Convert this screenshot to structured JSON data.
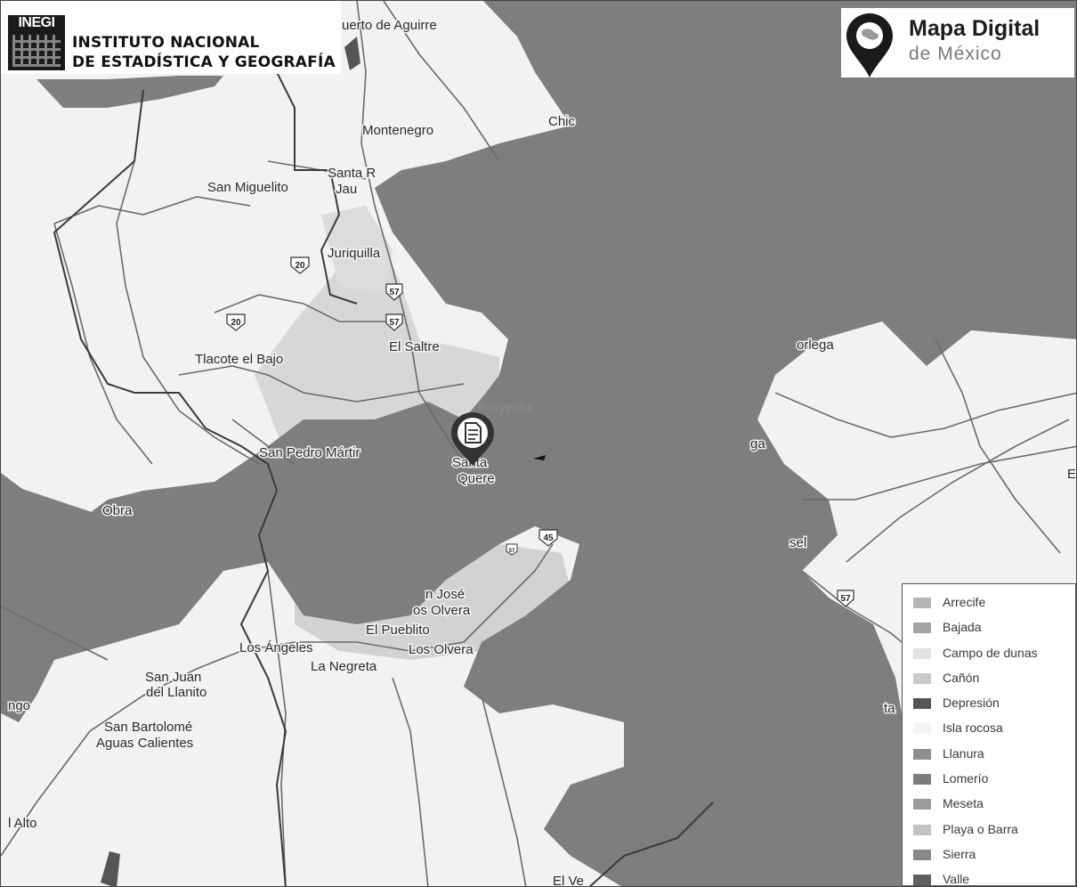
{
  "header": {
    "logo_mark": "INEGI",
    "name_line1": "INSTITUTO NACIONAL",
    "name_line2": "DE ESTADÍSTICA Y GEOGRAFÍA"
  },
  "badge": {
    "title": "Mapa Digital",
    "subtitle": "de México",
    "icon": "location-pin-icon"
  },
  "map": {
    "places": [
      "uerto de Aguirre",
      "Chic",
      "Montenegro",
      "Santa R",
      "Jau",
      "San Miguelito",
      "Juriquilla",
      "El Saltre",
      "Tlacote el Bajo",
      "orlega",
      "San Pedro Mártir",
      "Santa",
      "Quere",
      "ga",
      "E",
      "Obra",
      "sel",
      "n José",
      "os Olvera",
      "El Pueblito",
      "Los Olvera",
      "Los Ángeles",
      "La Negreta",
      "San Juan",
      "del Llanito",
      "ngo",
      "San Bartolomé",
      "Aguas Calientes",
      "ta",
      "l Alto",
      "El Ve"
    ],
    "project_label": "Proyecto",
    "project_icon": "document-pin-icon",
    "shields": [
      "57",
      "57",
      "57",
      "20",
      "20",
      "45",
      "57"
    ]
  },
  "legend": {
    "items": [
      {
        "label": "Arrecife",
        "color": "#b5b5b5"
      },
      {
        "label": "Bajada",
        "color": "#a3a3a3"
      },
      {
        "label": "Campo de dunas",
        "color": "#e2e2e2"
      },
      {
        "label": "Cañón",
        "color": "#c9c9c9"
      },
      {
        "label": "Depresión",
        "color": "#555555"
      },
      {
        "label": "Isla rocosa",
        "color": "#f4f4f4"
      },
      {
        "label": "Llanura",
        "color": "#8e8e8e"
      },
      {
        "label": "Lomerío",
        "color": "#7c7c7c"
      },
      {
        "label": "Meseta",
        "color": "#9b9b9b"
      },
      {
        "label": "Playa o Barra",
        "color": "#c2c2c2"
      },
      {
        "label": "Sierra",
        "color": "#888888"
      },
      {
        "label": "Valle",
        "color": "#606060"
      }
    ]
  },
  "colors": {
    "sierra_fill": "#7e7e7e",
    "plain_fill": "#f2f2f2",
    "valley_fill": "#d4d4d4",
    "road": "#6a6a6a"
  }
}
